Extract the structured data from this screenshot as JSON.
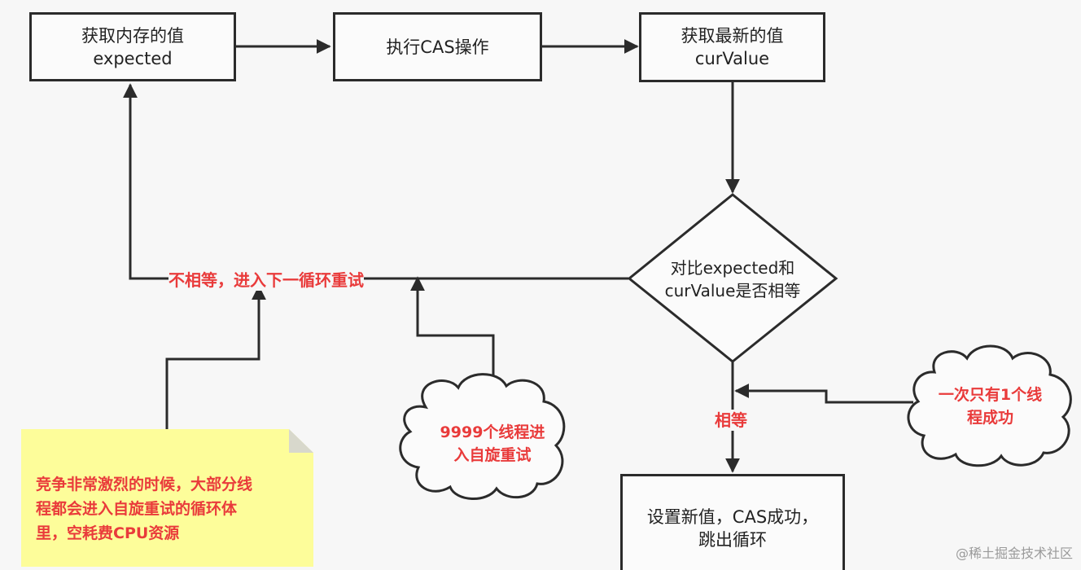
{
  "nodes": {
    "get_memory": {
      "line1": "获取内存的值",
      "line2": "expected"
    },
    "exec_cas": {
      "label": "执行CAS操作"
    },
    "get_latest": {
      "line1": "获取最新的值",
      "line2": "curValue"
    },
    "compare": {
      "line1": "对比expected和",
      "line2": "curValue是否相等"
    },
    "set_value": {
      "line1": "设置新值，CAS成功，",
      "line2": "跳出循环"
    }
  },
  "edge_labels": {
    "not_equal": "不相等，进入下一循环重试",
    "equal": "相等"
  },
  "clouds": {
    "retry": {
      "line1": "9999个线程进",
      "line2": "入自旋重试"
    },
    "success": {
      "line1": "一次只有1个线",
      "line2": "程成功"
    }
  },
  "note": {
    "line1": "竞争非常激烈的时候，大部分线",
    "line2": "程都会进入自旋重试的循环体",
    "line3": "里，空耗费CPU资源"
  },
  "watermark": "@稀土掘金技术社区",
  "colors": {
    "accent": "#e93b3b",
    "stroke": "#2b2b2b",
    "note_fill": "#fdfd9a"
  }
}
